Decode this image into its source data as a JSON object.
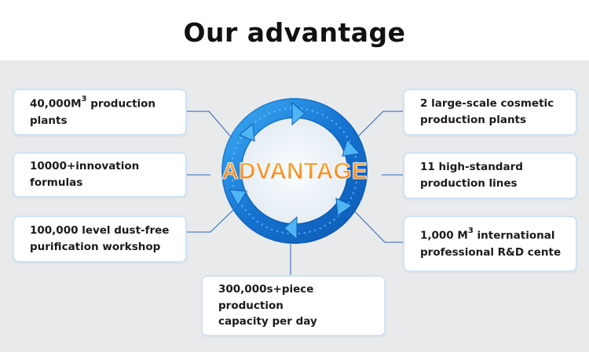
{
  "title": "Our advantage",
  "center_label": "ADVANTAGE",
  "colors": {
    "panel_bg": "#e9eaec",
    "ring_blue": "#1f7fd8",
    "ring_light": "#7fd0ff",
    "label_orange": "#f39a1a",
    "box_border": "#cfe3f4",
    "connector": "#2b64b8"
  },
  "left_items": [
    {
      "line1": "40,000M",
      "sup": "3",
      "line1_rest": " production",
      "line2": "plants"
    },
    {
      "line1": "10000+innovation",
      "line2": "formulas"
    },
    {
      "line1": "100,000 level dust-free",
      "line2": "purification workshop"
    }
  ],
  "bottom_item": {
    "line1": "300,000s+piece production",
    "line2": "capacity per day"
  },
  "right_items": [
    {
      "line1": "2 large-scale cosmetic",
      "line2": "production plants"
    },
    {
      "line1": "11  high-standard",
      "line2": "production lines"
    },
    {
      "line1": "1,000 M",
      "sup": "3",
      "line1_rest": "   international",
      "line2": "professional R&D cente"
    }
  ]
}
